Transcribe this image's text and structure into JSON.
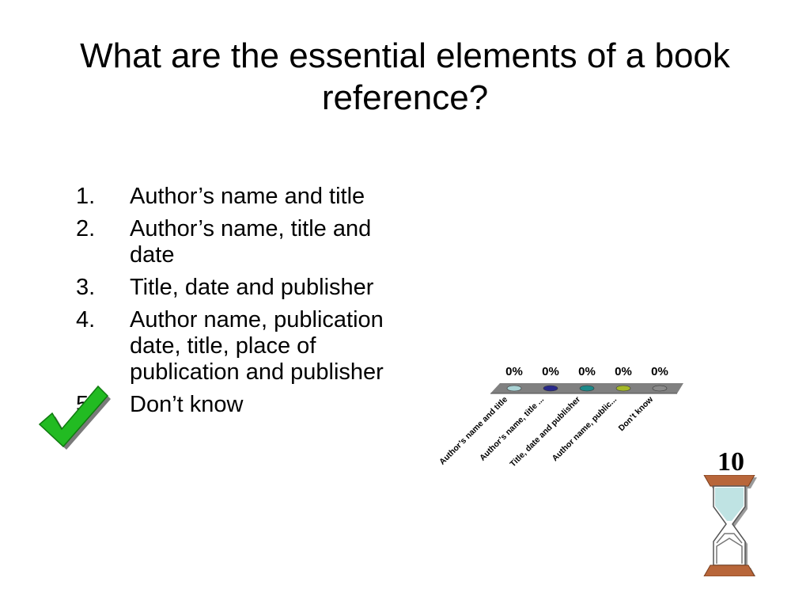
{
  "slide": {
    "title": "What are the essential elements of a book reference?",
    "options": [
      {
        "number": "1.",
        "text": "Author’s name and title"
      },
      {
        "number": "2.",
        "text": "Author’s name, title and date"
      },
      {
        "number": "3.",
        "text": "Title, date and publisher"
      },
      {
        "number": "4.",
        "text": "Author name, publication date, title, place of publication and publisher"
      },
      {
        "number": "5.",
        "text": "Don’t know"
      }
    ],
    "correct_option": 4,
    "check_icon": "green-checkmark-icon",
    "timer": {
      "count": "10",
      "icon": "hourglass-icon"
    }
  },
  "chart_data": {
    "type": "bar",
    "categories": [
      "Author’s name and title",
      "Author’s name, title ...",
      "Title, date and publisher",
      "Author name, public...",
      "Don’t know"
    ],
    "values": [
      0,
      0,
      0,
      0,
      0
    ],
    "data_labels": [
      "0%",
      "0%",
      "0%",
      "0%",
      "0%"
    ],
    "colors": [
      "#a9d2d4",
      "#28288a",
      "#1c8a8a",
      "#a4b828",
      "#8a8a8a"
    ],
    "ylim": [
      0,
      100
    ],
    "title": "",
    "xlabel": "",
    "ylabel": "",
    "grid": false
  }
}
